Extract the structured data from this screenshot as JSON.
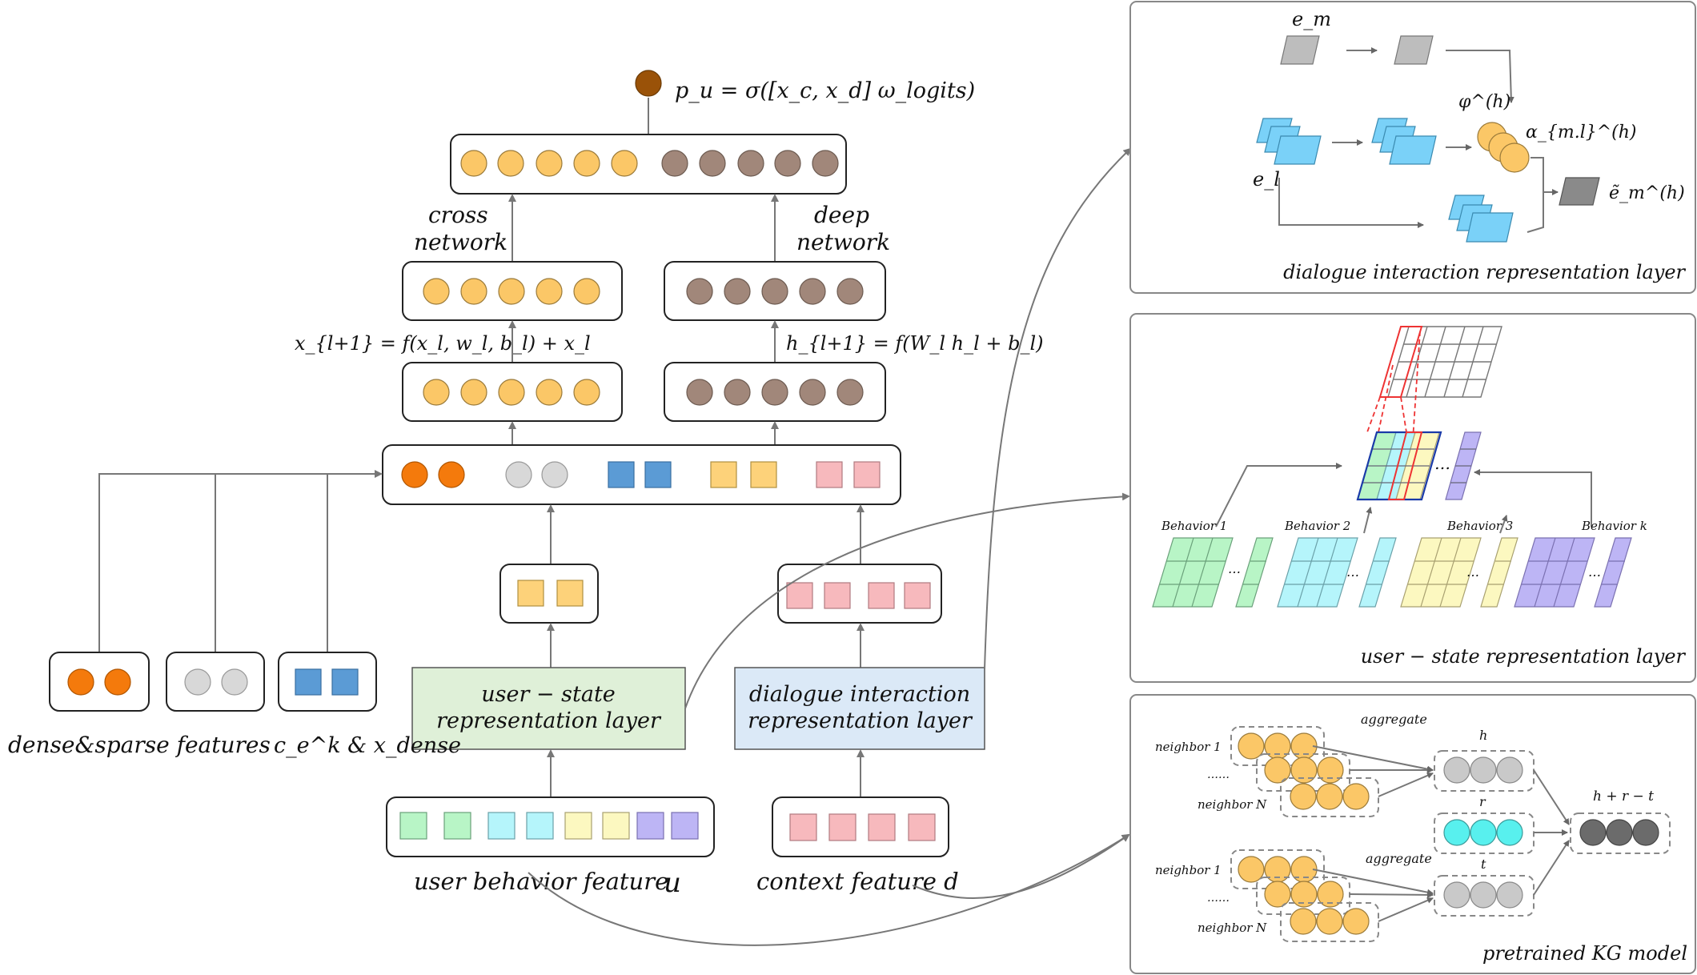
{
  "top_formula": "p_u = σ([x_c, x_d] ω_logits)",
  "labels": {
    "cross_network_1": "cross",
    "cross_network_2": "network",
    "deep_network_1": "deep",
    "deep_network_2": "network",
    "cross_formula": "x_{l+1} = f(x_l, w_l, b_l) + x_l",
    "deep_formula": "h_{l+1} = f(W_l h_l + b_l)",
    "user_state_box_1": "user − state",
    "user_state_box_2": "representation layer",
    "dialogue_box_1": "dialogue interaction",
    "dialogue_box_2": "representation layer",
    "dense_sparse": "dense&sparse features",
    "ce_x_dense": "c_e^k & x_dense",
    "user_behavior": "user behavior feature",
    "user_behavior_var": "u",
    "context_feature": "context feature d"
  },
  "panels": {
    "dialogue": {
      "title": "dialogue interaction representation layer",
      "em": "e_m",
      "el": "e_l",
      "phi": "φ^(h)",
      "alpha": "α_{m.l}^(h)",
      "em_tilde": "ẽ_m^(h)"
    },
    "user_state": {
      "title": "user − state representation layer",
      "behaviors": [
        "Behavior 1",
        "Behavior 2",
        "Behavior 3",
        "Behavior k"
      ],
      "ellipsis": "…"
    },
    "kg": {
      "title": "pretrained KG model",
      "aggregate": "aggregate",
      "neighbor_1": "neighbor 1",
      "neighbor_dots": "……",
      "neighbor_n": "neighbor N",
      "h": "h",
      "r": "r",
      "t": "t",
      "hrt": "h + r − t"
    }
  },
  "colors": {
    "orange_node": "#fbc767",
    "brown_node": "#a1877a",
    "output_node": "#9a5208",
    "user_state_fill": "#dff0d8",
    "dialogue_fill": "#dbe9f7"
  }
}
